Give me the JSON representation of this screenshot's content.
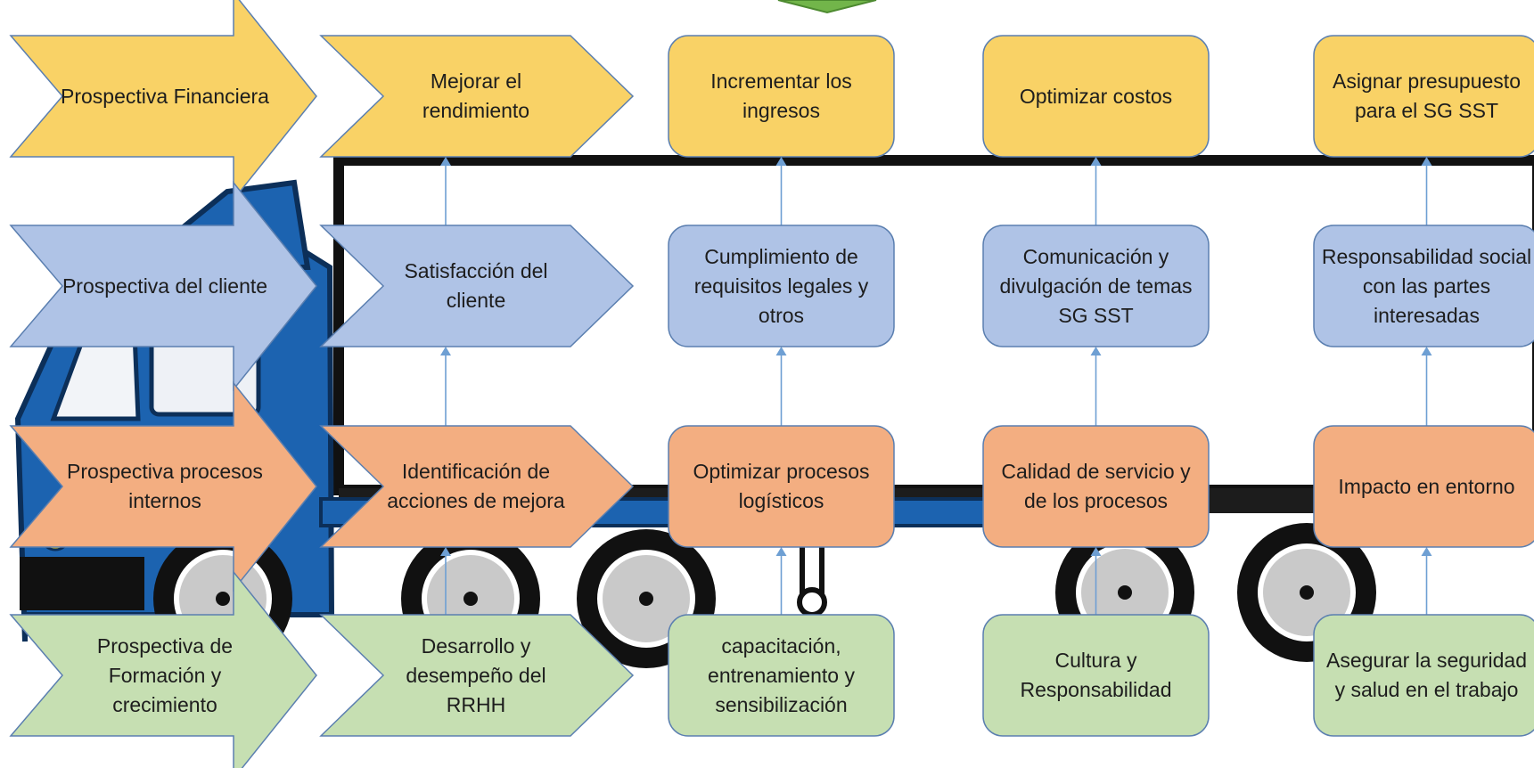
{
  "colors": {
    "financiera": "#f9d266",
    "cliente": "#afc3e6",
    "procesos": "#f3ae81",
    "formacion": "#c6dfb2",
    "border": "#5b7fb0",
    "connector": "#6e9fd3",
    "truck_blue": "#1c63b0"
  },
  "rows": [
    {
      "key": "financiera",
      "perspective": "Prospectiva Financiera",
      "first": "Mejorar el rendimiento",
      "objectives": [
        "Incrementar los ingresos",
        "Optimizar costos",
        "Asignar presupuesto para el SG SST"
      ]
    },
    {
      "key": "cliente",
      "perspective": "Prospectiva  del cliente",
      "first": "Satisfacción del cliente",
      "objectives": [
        "Cumplimiento de requisitos legales y otros",
        "Comunicación y divulgación de temas SG SST",
        "Responsabilidad social con las partes interesadas"
      ]
    },
    {
      "key": "procesos",
      "perspective": "Prospectiva procesos internos",
      "first": "Identificación de acciones de mejora",
      "objectives": [
        "Optimizar procesos logísticos",
        "Calidad de servicio y de los procesos",
        "Impacto en entorno"
      ]
    },
    {
      "key": "formacion",
      "perspective": "Prospectiva de Formación y crecimiento",
      "first": "Desarrollo y desempeño del RRHH",
      "objectives": [
        "capacitación, entrenamiento y sensibilización",
        "Cultura y Responsabilidad",
        "Asegurar la seguridad y salud en el trabajo"
      ]
    }
  ]
}
